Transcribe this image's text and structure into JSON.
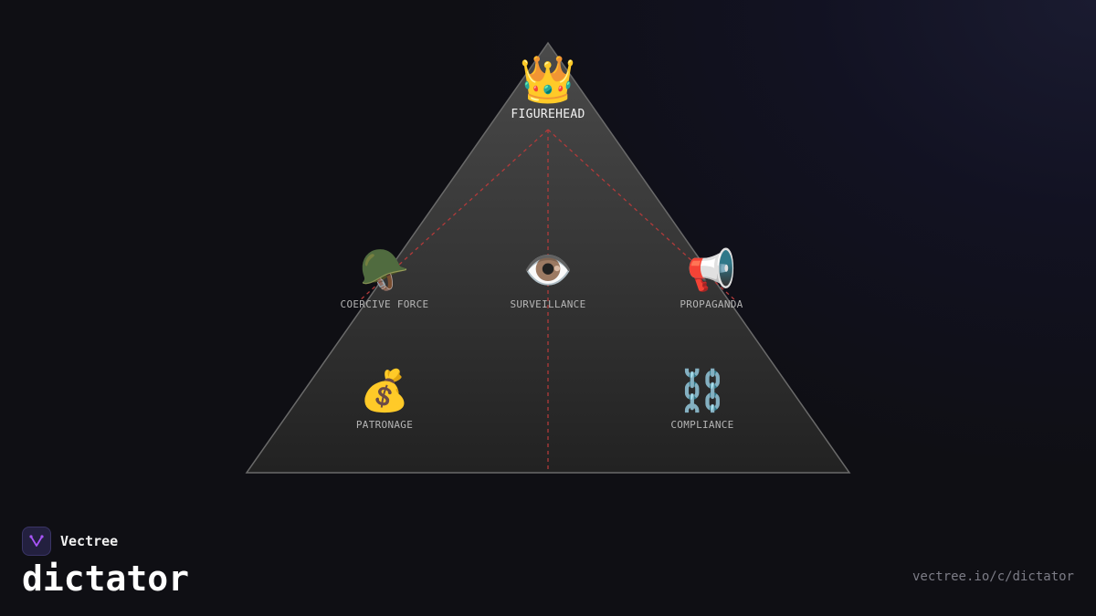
{
  "brand": {
    "name": "Vectree"
  },
  "title": "dictator",
  "url": "vectree.io/c/dictator",
  "diagram": {
    "apex": {
      "label": "FIGUREHEAD",
      "icon": "👑",
      "icon_name": "crown-icon"
    },
    "nodes": [
      {
        "key": "coercive-force",
        "label": "COERCIVE FORCE",
        "icon": "🪖",
        "icon_name": "military-helmet-icon"
      },
      {
        "key": "surveillance",
        "label": "SURVEILLANCE",
        "icon": "👁️",
        "icon_name": "eye-icon"
      },
      {
        "key": "propaganda",
        "label": "PROPAGANDA",
        "icon": "📢",
        "icon_name": "megaphone-icon"
      },
      {
        "key": "patronage",
        "label": "PATRONAGE",
        "icon": "💰",
        "icon_name": "money-bag-icon"
      },
      {
        "key": "compliance",
        "label": "COMPLIANCE",
        "icon": "⛓️",
        "icon_name": "chains-icon"
      }
    ]
  },
  "colors": {
    "triangle_fill_top": "#4a4a4a",
    "triangle_fill_bottom": "#222222",
    "triangle_stroke": "#6a6a6a",
    "connector": "#b33a3a",
    "logo_accent": "#a855f7"
  }
}
